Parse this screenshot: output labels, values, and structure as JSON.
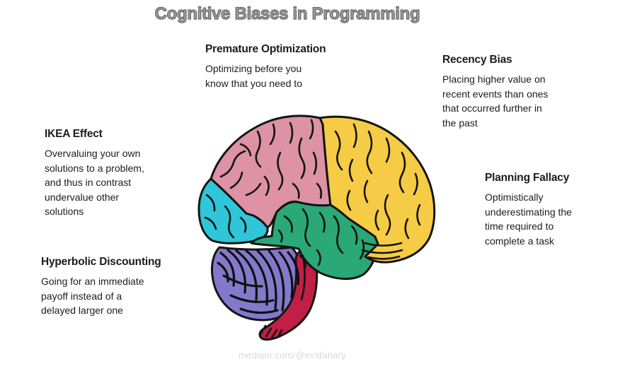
{
  "title": "Cognitive Biases in Programming",
  "watermark": "medium.com/@evidanary",
  "biases": [
    {
      "name": "Premature Optimization",
      "description": "Optimizing before you\nknow that you need to"
    },
    {
      "name": "Recency Bias",
      "description": "Placing higher value on\nrecent events than ones\nthat occurred further in\nthe past"
    },
    {
      "name": "IKEA Effect",
      "description": "Overvaluing your own\nsolutions to a problem,\nand thus in contrast\nundervalue other\nsolutions"
    },
    {
      "name": "Planning Fallacy",
      "description": "Optimistically\nunderestimating the\ntime required to\ncomplete a task"
    },
    {
      "name": "Hyperbolic Discounting",
      "description": "Going for an immediate\npayoff instead of a\ndelayed larger one"
    }
  ],
  "brain_regions": [
    {
      "name": "occipital-lobe",
      "color": "#2ec6d8"
    },
    {
      "name": "parietal-lobe",
      "color": "#dd92a6"
    },
    {
      "name": "cerebellum",
      "color": "#8478cb"
    },
    {
      "name": "brainstem",
      "color": "#c11f45"
    },
    {
      "name": "temporal-lobe",
      "color": "#2aa877"
    },
    {
      "name": "frontal-lobe",
      "color": "#f6cb45"
    }
  ],
  "colors": {
    "title_fill": "#9d9d9d",
    "title_outline": "#6b6b6b",
    "text": "#1c1c1c",
    "watermark": "#d8d8d8",
    "line": "#141414",
    "background": "#ffffff"
  }
}
